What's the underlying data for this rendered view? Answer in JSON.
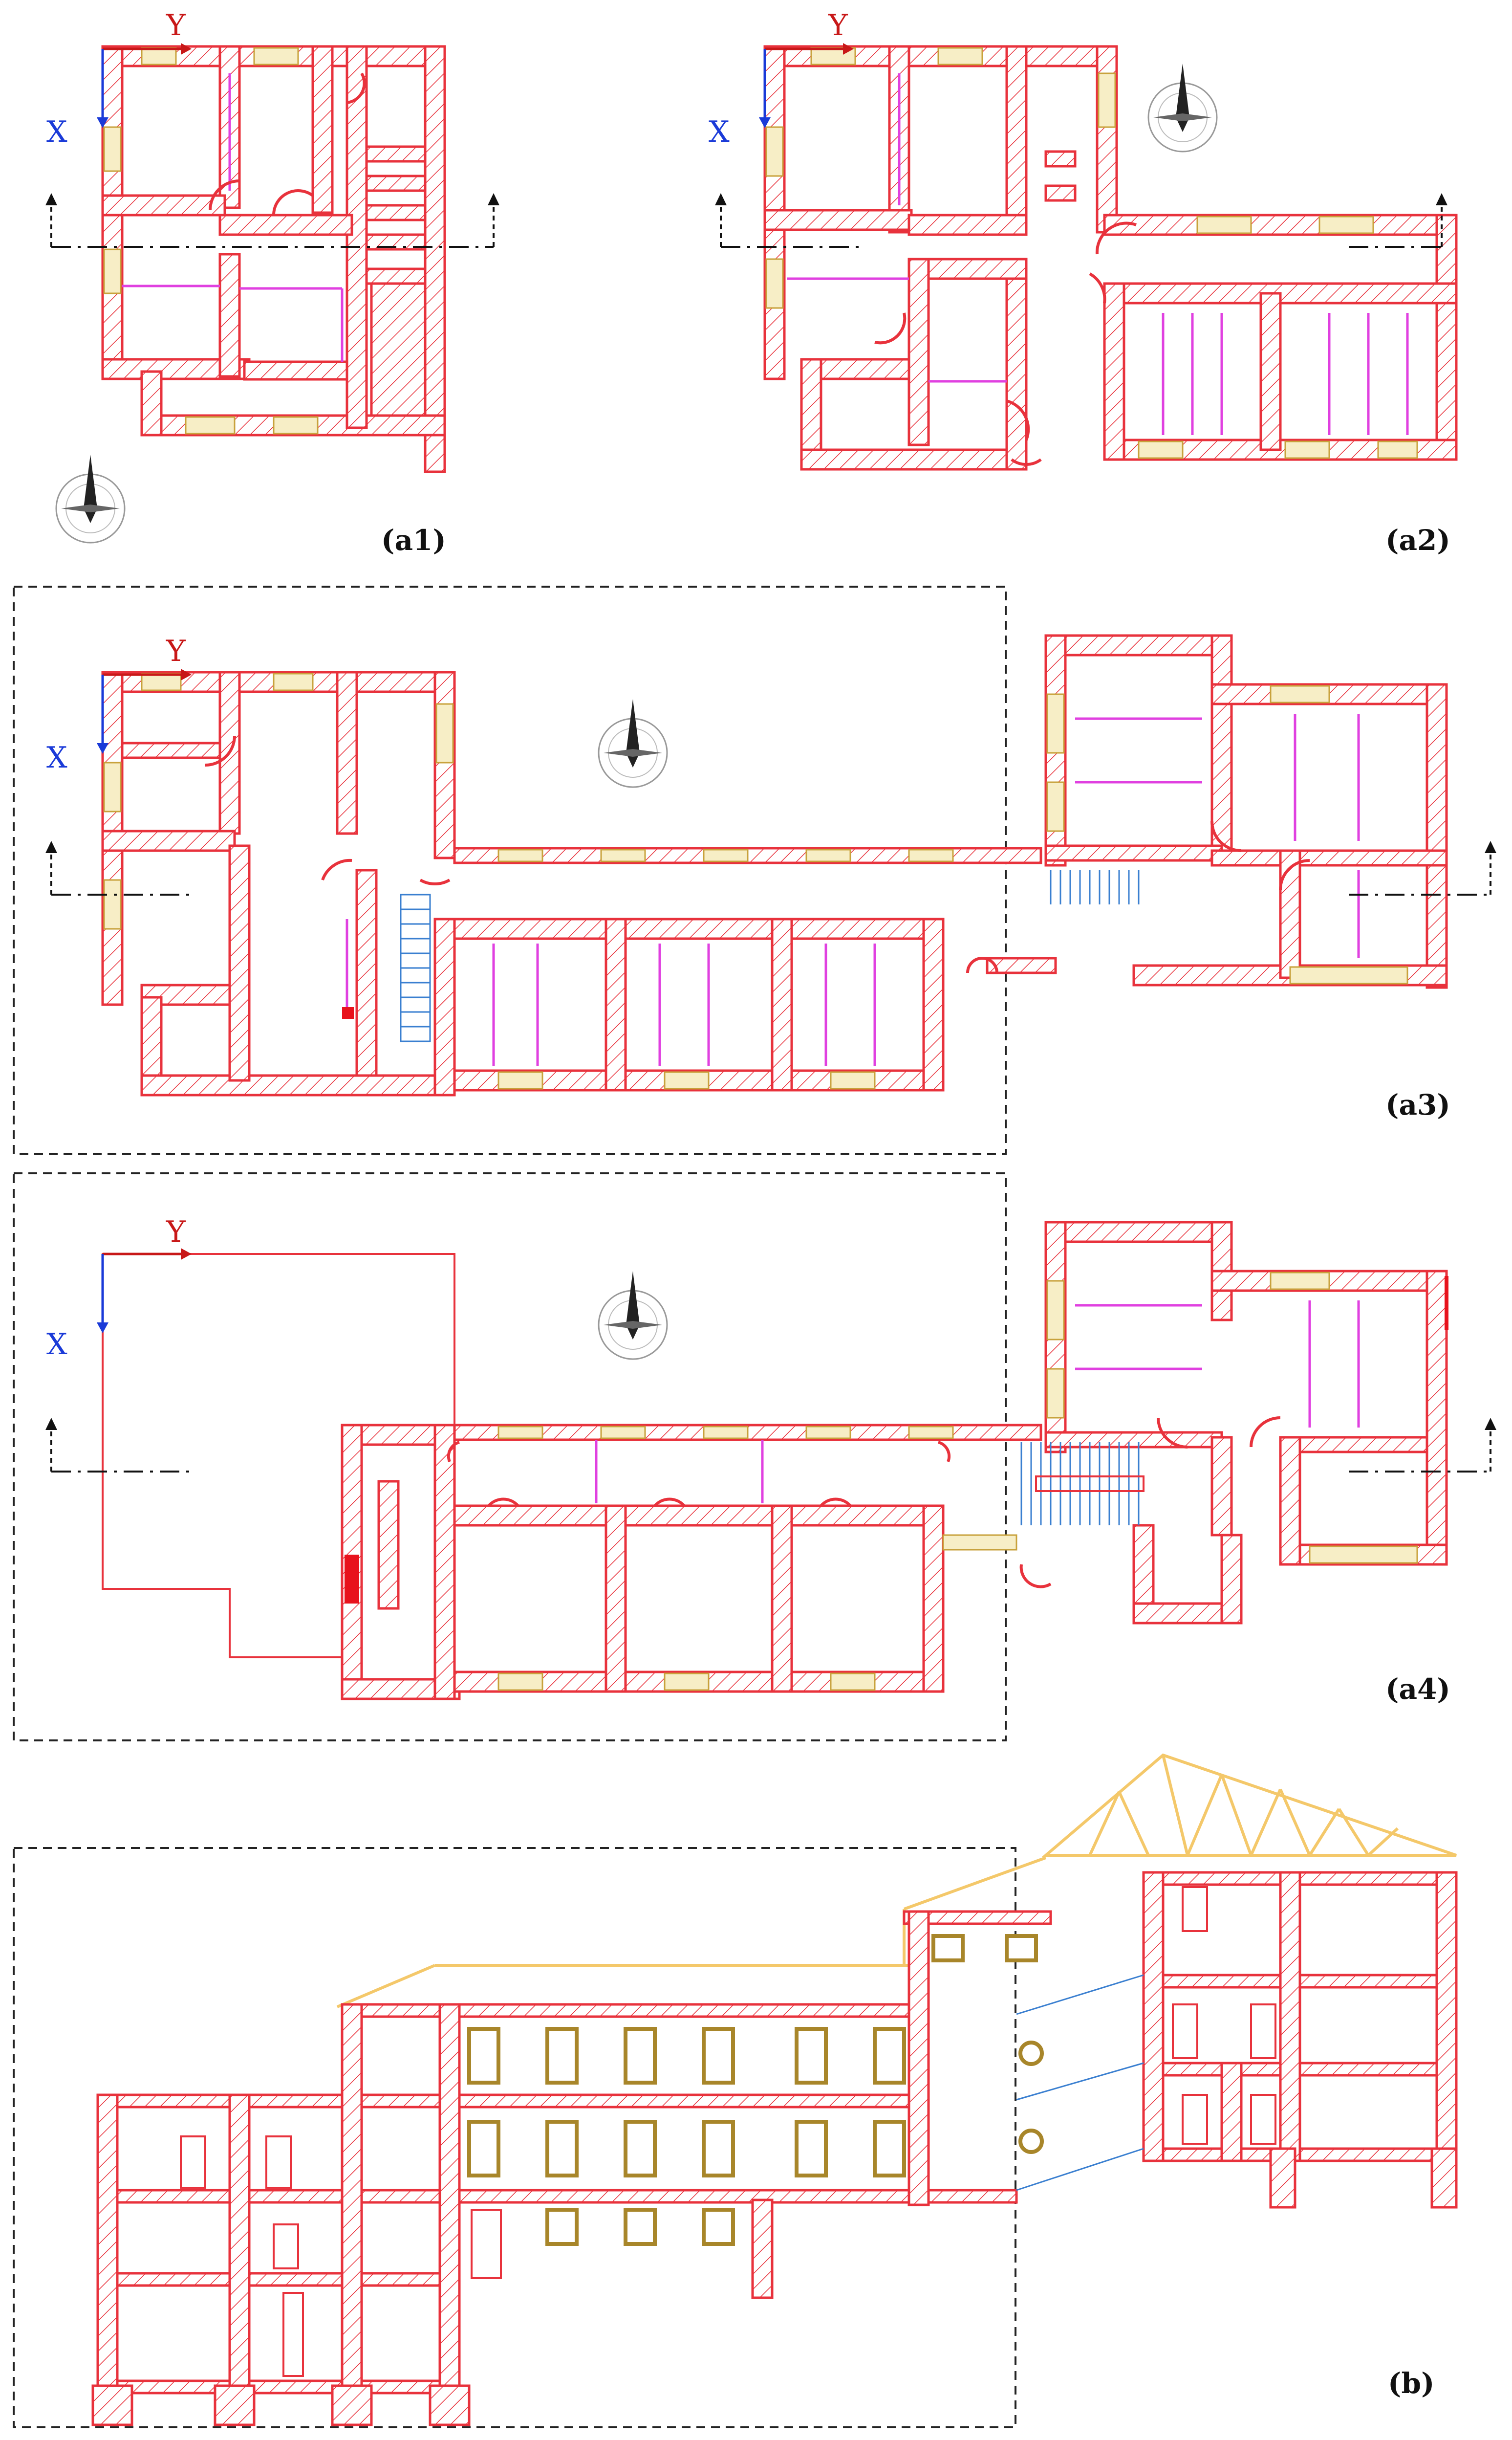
{
  "figure": {
    "panels": [
      {
        "id": "a1",
        "caption": "(a1)"
      },
      {
        "id": "a2",
        "caption": "(a2)"
      },
      {
        "id": "a3",
        "caption": "(a3)"
      },
      {
        "id": "a4",
        "caption": "(a4)"
      },
      {
        "id": "b",
        "caption": "(b)"
      }
    ],
    "axes": {
      "x_label": "X",
      "y_label": "Y"
    },
    "colors": {
      "wall": "#e8323c",
      "window": "#c8a23c",
      "partition": "#e040e0",
      "stair": "#3a7fd0",
      "roof_truss": "#f4c86a",
      "x_axis": "#1a3ad8",
      "y_axis": "#c81818"
    },
    "icons": [
      "north-compass-icon",
      "section-arrow-icon"
    ]
  }
}
